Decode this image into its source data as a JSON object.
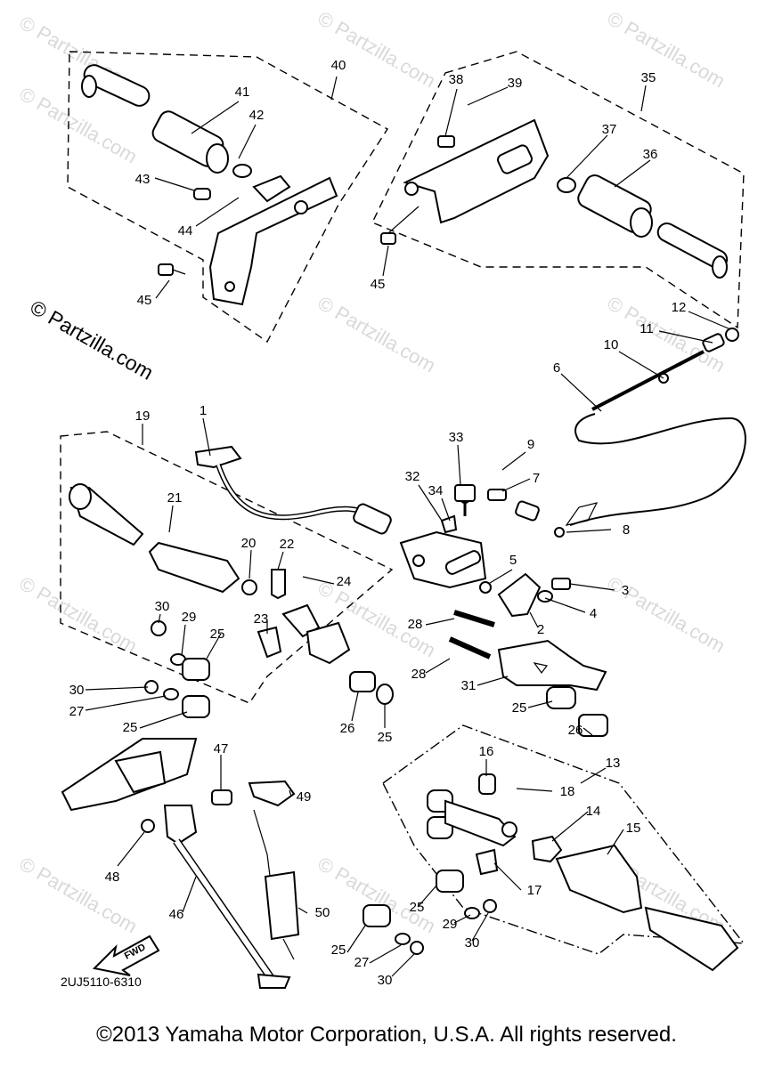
{
  "watermark": "© Partzilla.com",
  "diagram_code": "2UJ5110-6310",
  "fwd_label": "FWD",
  "copyright": "©2013 Yamaha Motor Corporation, U.S.A. All rights reserved.",
  "callouts": {
    "n1": "1",
    "n2": "2",
    "n3": "3",
    "n4": "4",
    "n5": "5",
    "n6": "6",
    "n7": "7",
    "n8": "8",
    "n9": "9",
    "n10": "10",
    "n11": "11",
    "n12": "12",
    "n13": "13",
    "n14": "14",
    "n15": "15",
    "n16": "16",
    "n17": "17",
    "n18": "18",
    "n19": "19",
    "n20": "20",
    "n21": "21",
    "n22": "22",
    "n23": "23",
    "n24": "24",
    "n25": "25",
    "n26": "26",
    "n27": "27",
    "n28": "28",
    "n29": "29",
    "n30": "30",
    "n31": "31",
    "n32": "32",
    "n33": "33",
    "n34": "34",
    "n35": "35",
    "n36": "36",
    "n37": "37",
    "n38": "38",
    "n39": "39",
    "n40": "40",
    "n41": "41",
    "n42": "42",
    "n43": "43",
    "n44": "44",
    "n45": "45",
    "n46": "46",
    "n47": "47",
    "n48": "48",
    "n49": "49",
    "n50": "50"
  }
}
